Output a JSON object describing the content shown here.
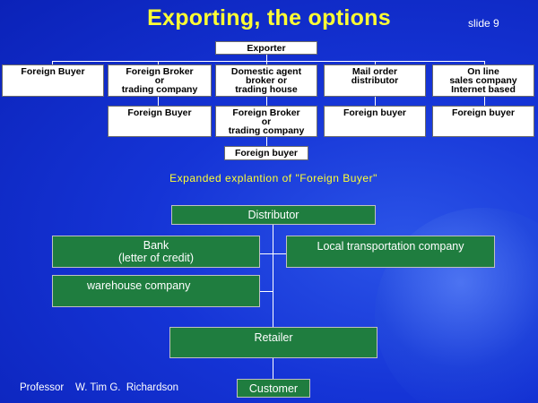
{
  "slide": {
    "title": "Exporting, the options",
    "slide_number": "slide 9",
    "subtitle": "Expanded explantion of \"Foreign Buyer\"",
    "footer": "Professor    W. Tim G.  Richardson"
  },
  "top_chart": {
    "root": "Exporter",
    "options": [
      "Foreign Buyer",
      "Foreign Broker\nor\ntrading company",
      "Domestic agent\nbroker or\ntrading house",
      "Mail order\ndistributor",
      "On line\nsales company\nInternet based"
    ],
    "second_level": [
      "Foreign Buyer",
      "Foreign Broker\nor\ntrading company",
      "Foreign buyer",
      "Foreign buyer"
    ],
    "third_level": "Foreign buyer"
  },
  "flow": {
    "distributor": "Distributor",
    "bank": "Bank\n(letter of credit)",
    "local_transport": "Local transportation company",
    "warehouse": "warehouse company",
    "retailer": "Retailer",
    "customer": "Customer"
  },
  "colors": {
    "background": "#1534d6",
    "title": "#ffff33",
    "box_green": "#1f7d3f"
  }
}
